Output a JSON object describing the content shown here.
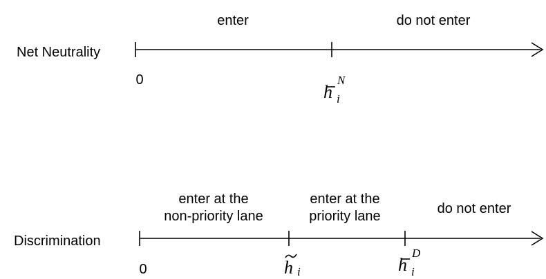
{
  "top": {
    "row_label": "Net Neutrality",
    "region_left": "enter",
    "region_right": "do not enter",
    "origin": "0",
    "threshold": {
      "base": "h",
      "sup": "N",
      "sub": "i"
    }
  },
  "bottom": {
    "row_label": "Discrimination",
    "region_1_line1": "enter at the",
    "region_1_line2": "non-priority lane",
    "region_2_line1": "enter at the",
    "region_2_line2": "priority lane",
    "region_3": "do not enter",
    "origin": "0",
    "threshold_tilde": {
      "base": "h",
      "sub": "i"
    },
    "threshold_bar": {
      "base": "h",
      "sup": "D",
      "sub": "i"
    }
  }
}
